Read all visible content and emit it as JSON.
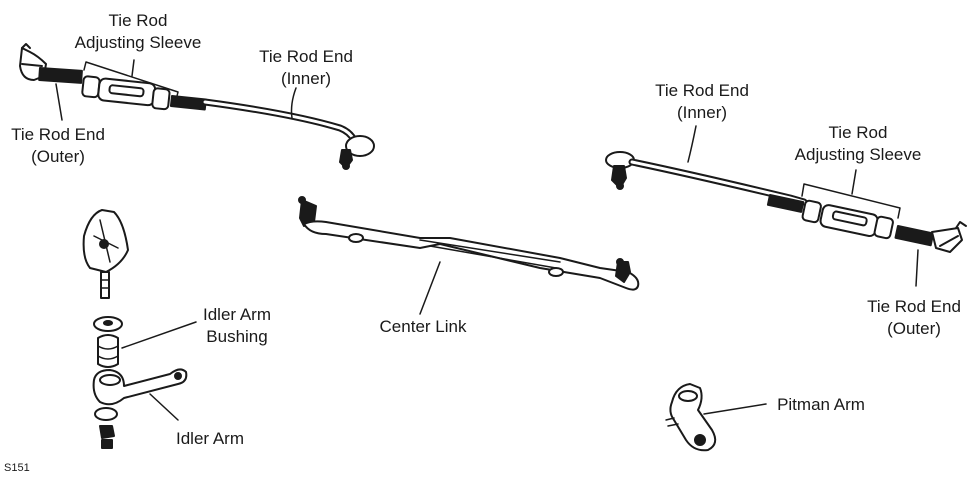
{
  "labels": {
    "left_sleeve": [
      "Tie Rod",
      "Adjusting Sleeve"
    ],
    "left_inner": [
      "Tie Rod End",
      "(Inner)"
    ],
    "left_outer": [
      "Tie Rod End",
      "(Outer)"
    ],
    "right_inner": [
      "Tie Rod End",
      "(Inner)"
    ],
    "right_sleeve": [
      "Tie Rod",
      "Adjusting Sleeve"
    ],
    "right_outer": [
      "Tie Rod End",
      "(Outer)"
    ],
    "idler_bushing": [
      "Idler Arm",
      "Bushing"
    ],
    "idler_arm": "Idler Arm",
    "center_link": "Center Link",
    "pitman_arm": "Pitman Arm"
  },
  "figure_code": "S151"
}
